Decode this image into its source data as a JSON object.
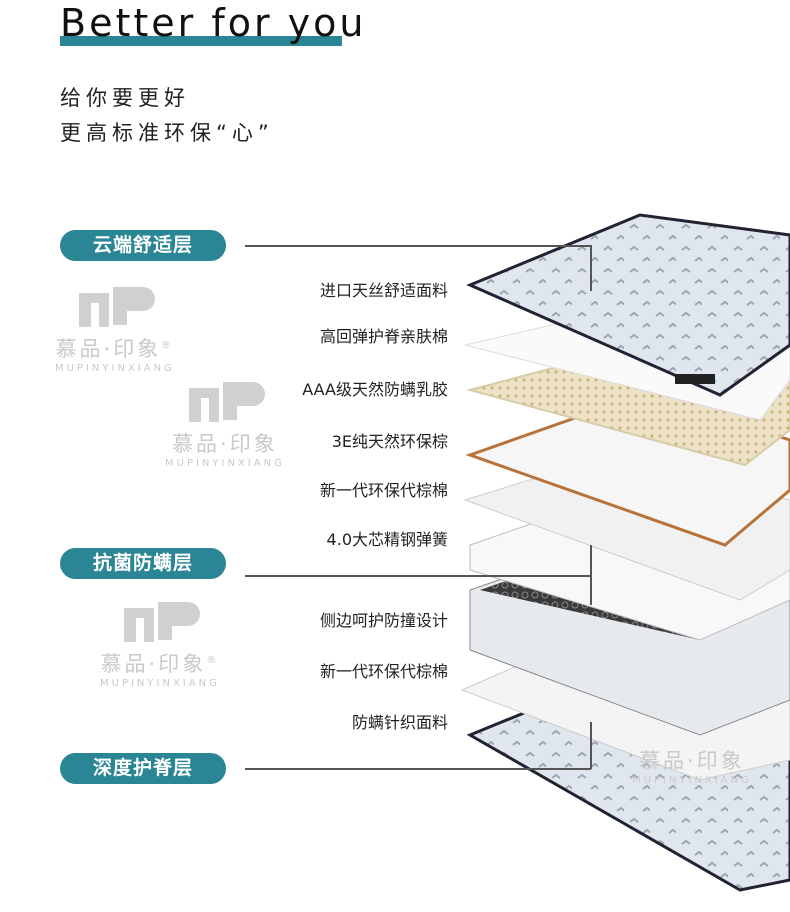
{
  "header": {
    "title": "Better for you",
    "subtitle_1": "给你要更好",
    "subtitle_2": "更高标准环保“心”"
  },
  "sections": [
    {
      "label": "云端舒适层",
      "features": [
        "进口天丝舒适面料",
        "高回弹护脊亲肤棉",
        "AAA级天然防螨乳胶",
        "3E纯天然环保棕",
        "新一代环保代棕棉"
      ]
    },
    {
      "label": "抗菌防螨层",
      "features": [
        "4.0大芯精钢弹簧",
        "侧边呵护防撞设计",
        "新一代环保代棕棉"
      ]
    },
    {
      "label": "深度护脊层",
      "features": [
        "防螨针织面料"
      ]
    }
  ],
  "watermark": {
    "cn": "慕品·印象",
    "en": "MUPINYINXIANG",
    "mark": "®"
  },
  "colors": {
    "accent": "#2a8595"
  }
}
